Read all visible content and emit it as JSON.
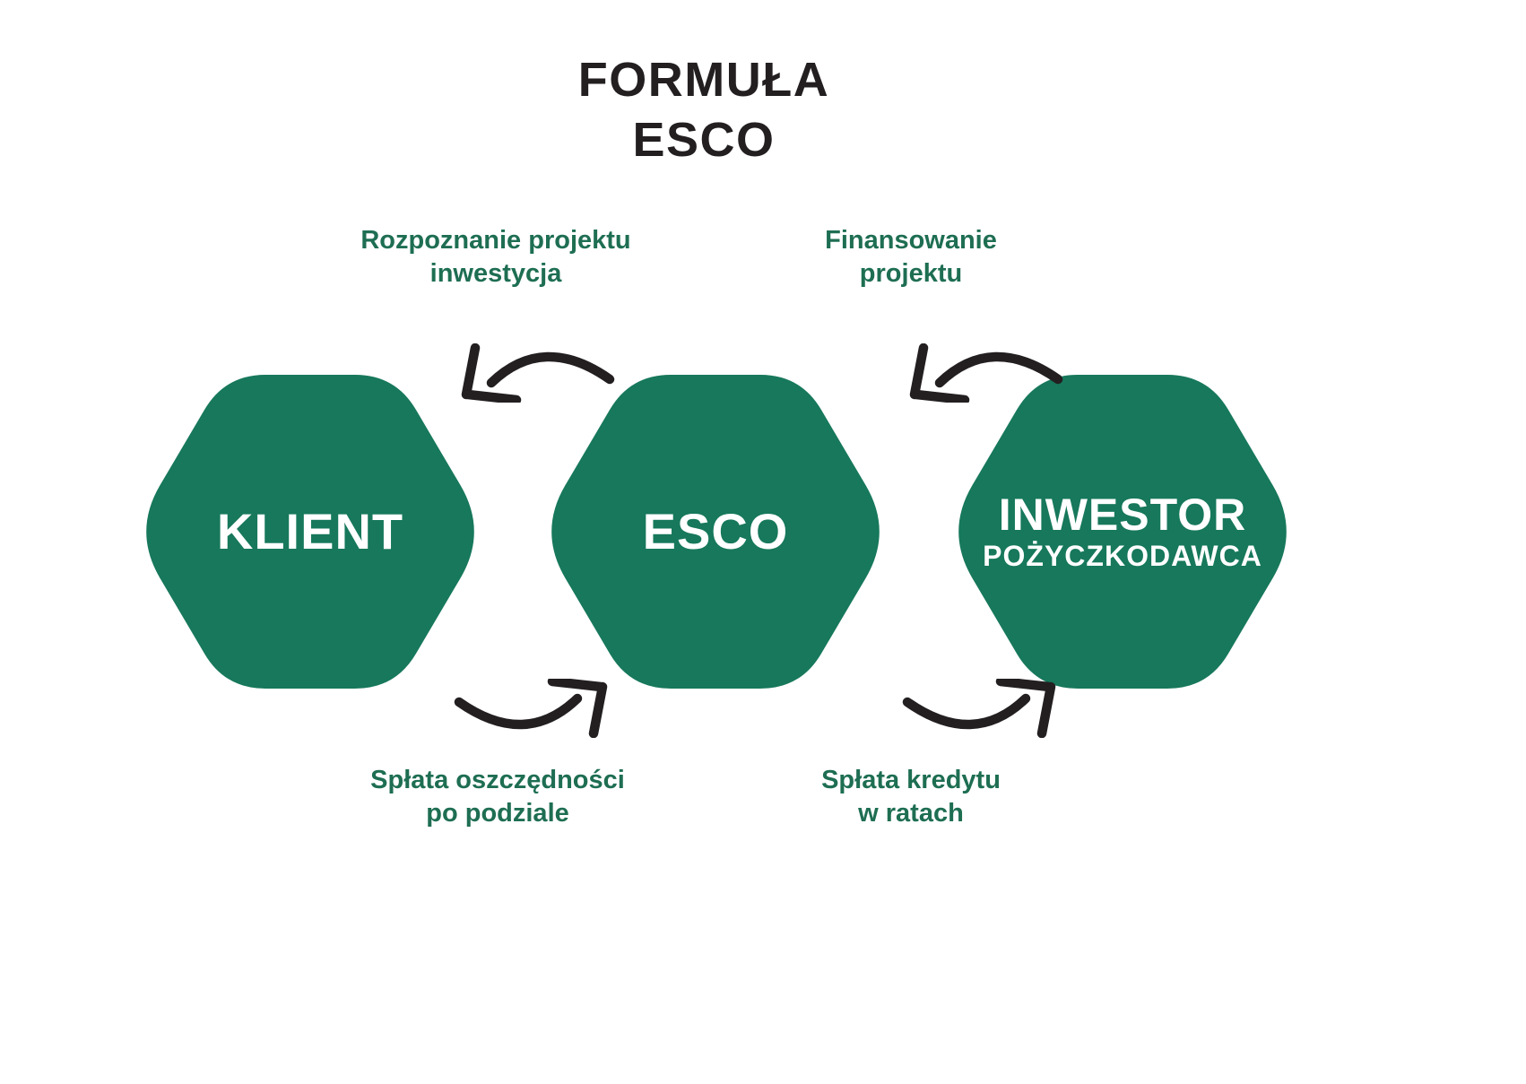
{
  "title": {
    "line1": "FORMUŁA",
    "line2": "ESCO"
  },
  "nodes": {
    "klient": {
      "label": "KLIENT"
    },
    "esco": {
      "label": "ESCO"
    },
    "inwestor": {
      "label": "INWESTOR",
      "sublabel": "POŻYCZKODAWCA"
    }
  },
  "flows": {
    "top_left": {
      "line1": "Rozpoznanie projektu",
      "line2": "inwestycja",
      "direction": "esco-to-klient"
    },
    "top_right": {
      "line1": "Finansowanie",
      "line2": "projektu",
      "direction": "inwestor-to-esco"
    },
    "bottom_left": {
      "line1": "Spłata oszczędności",
      "line2": "po podziale",
      "direction": "klient-to-esco"
    },
    "bottom_right": {
      "line1": "Spłata kredytu",
      "line2": "w ratach",
      "direction": "esco-to-inwestor"
    }
  },
  "colors": {
    "canvas_bg": "#FFFFFF",
    "hexagon_fill": "#17785B",
    "node_text": "#FFFFFF",
    "label_text": "#1E6E52",
    "title_text": "#231F20",
    "arrow_stroke": "#231F20"
  }
}
